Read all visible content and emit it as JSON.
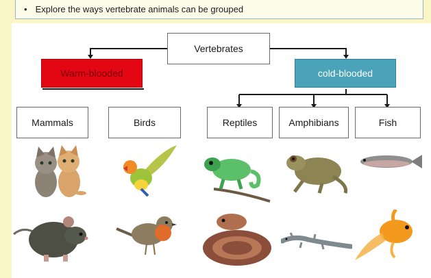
{
  "objective": {
    "bullet": "•",
    "text": "Explore the ways vertebrate animals can be grouped"
  },
  "diagram": {
    "root": "Vertebrates",
    "warm": "Warm-blooded",
    "cold": "cold-blooded",
    "mammals": "Mammals",
    "birds": "Birds",
    "reptiles": "Reptiles",
    "amphibians": "Amphibians",
    "fish": "Fish"
  },
  "colors": {
    "warm": "#e30613",
    "cold": "#4aa3b8",
    "background": "#fbf6c8"
  },
  "images": [
    "kittens-image",
    "mouse-image",
    "lovebird-image",
    "robin-image",
    "chameleon-image",
    "snake-image",
    "frog-image",
    "newt-image",
    "trout-image",
    "goldfish-image"
  ]
}
